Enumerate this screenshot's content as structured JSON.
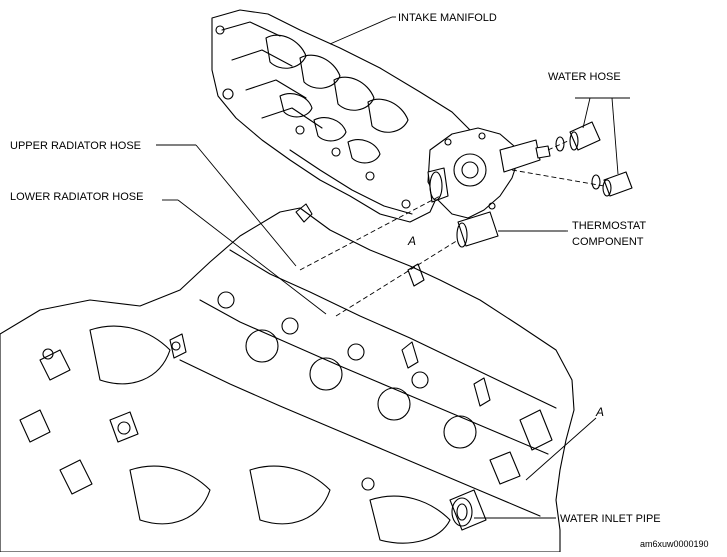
{
  "labels": {
    "intake_manifold": "INTAKE MANIFOLD",
    "water_hose": "WATER HOSE",
    "upper_radiator_hose": "UPPER RADIATOR HOSE",
    "lower_radiator_hose": "LOWER RADIATOR HOSE",
    "thermostat_line1": "THERMOSTAT",
    "thermostat_line2": "COMPONENT",
    "water_inlet_pipe": "WATER INLET PIPE"
  },
  "markers": {
    "a_upper": "A",
    "a_lower": "A"
  },
  "figure_code": "am6xuw0000190"
}
